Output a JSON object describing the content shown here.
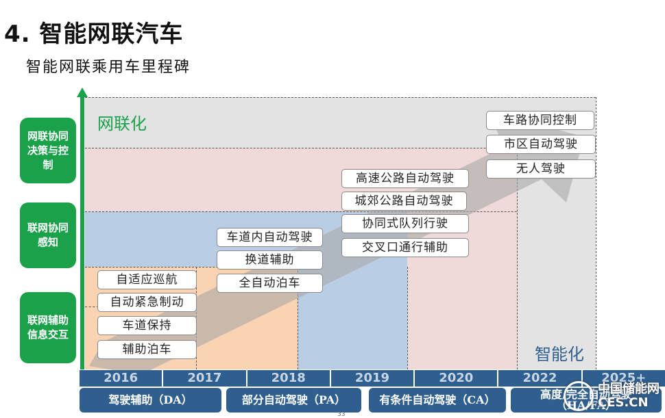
{
  "title": "4. 智能网联汽车",
  "subtitle": "智能网联乘用车里程碑",
  "axis_labels": {
    "connectivity": "网联化",
    "intelligence": "智能化"
  },
  "categories": [
    "网联协同决策与控制",
    "联网协同感知",
    "联网辅助信息交互"
  ],
  "milestones": {
    "group_da": [
      "自适应巡航",
      "自动紧急制动",
      "车道保持",
      "辅助泊车"
    ],
    "group_pa": [
      "车道内自动驾驶",
      "换道辅助",
      "全自动泊车"
    ],
    "group_ca": [
      "高速公路自动驾驶",
      "城郊公路自动驾驶",
      "协同式队列行驶",
      "交叉口通行辅助"
    ],
    "group_ha": [
      "车路协同控制",
      "市区自动驾驶",
      "无人驾驶"
    ]
  },
  "years": [
    "2016",
    "2017",
    "2018",
    "2019",
    "2020",
    "2022",
    "2025+"
  ],
  "phases": [
    "驾驶辅助（DA）",
    "部分自动驾驶（PA）",
    "有条件自动驾驶（CA）",
    "高度/完全自动驾驶",
    "（HA/FA）"
  ],
  "page_number": "33",
  "watermark": {
    "line1": "中国储能网",
    "line2": "CES.CN"
  },
  "colors": {
    "green": "#1aa14a",
    "navy": "#2f5f8f",
    "band_gray": "#e3e3e3",
    "band_pink": "#efd9d9",
    "band_blue": "#b9cde4",
    "band_orange": "#f9d3b2",
    "label_blue": "#2f5f8f"
  }
}
